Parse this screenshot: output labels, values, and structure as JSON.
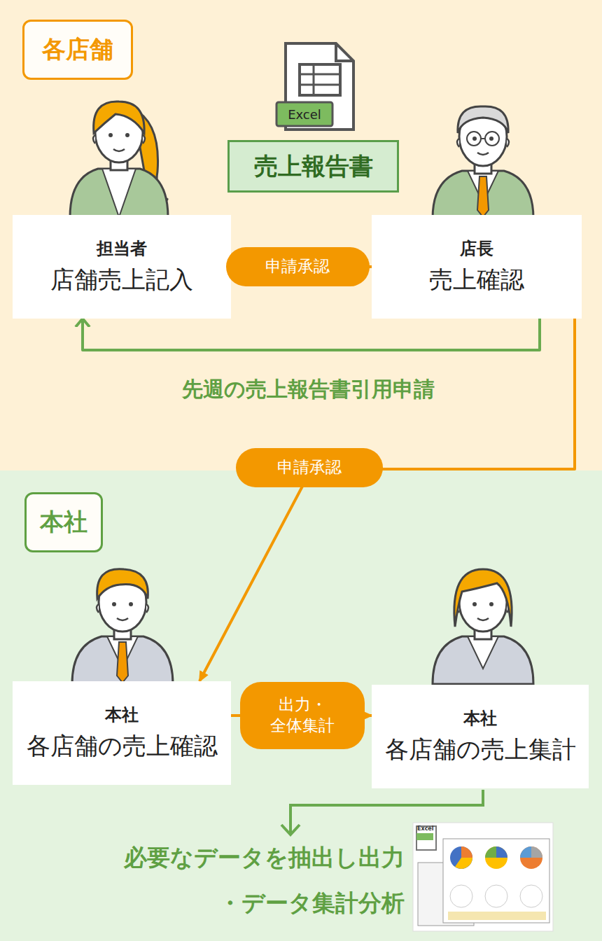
{
  "diagram": {
    "nodes": [
      {
        "text": [
          "各店舗"
        ]
      },
      {
        "text": [
          "売上報告書"
        ],
        "in": 0
      },
      {
        "text": [
          "担当者",
          "店舗売上記入"
        ],
        "in": 0
      },
      {
        "text": [
          "店長",
          "売上確認"
        ],
        "in": 0
      },
      {
        "text": [
          "本社"
        ]
      },
      {
        "text": [
          "本社",
          "各店舗の売上確認"
        ],
        "in": 4
      },
      {
        "text": [
          "本社",
          "各店舗の売上集計"
        ],
        "in": 4
      }
    ],
    "edges": [
      {
        "from": 2,
        "to": 3,
        "label": "申請承認",
        "arrow": "to"
      },
      {
        "from": 3,
        "to": 2,
        "label": "先週の売上報告書引用申請",
        "arrow": "to"
      },
      {
        "from": 3,
        "to": 5,
        "label": "申請承認",
        "arrow": "to"
      },
      {
        "from": 5,
        "to": 6,
        "label": "出力・ 全体集計",
        "arrow": "to"
      }
    ],
    "labels": [
      "Excel",
      "必要なデータを抽出し出力",
      "・データ集計分析",
      "Excel"
    ]
  }
}
